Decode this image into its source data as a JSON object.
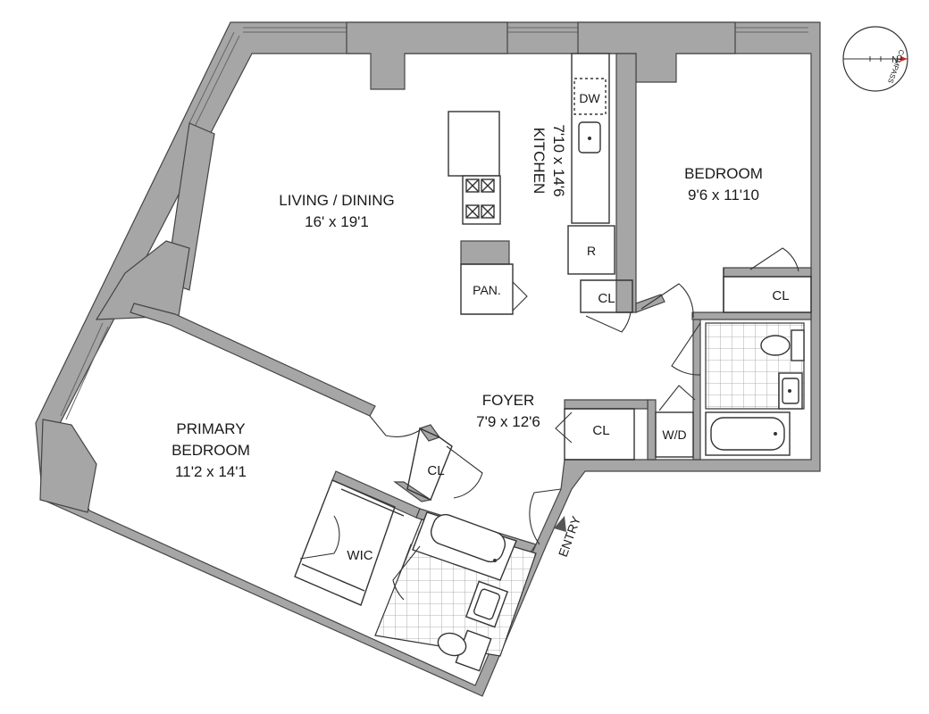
{
  "rooms": {
    "living": {
      "name": "LIVING / DINING",
      "dims": "16' x 19'1"
    },
    "kitchen": {
      "name": "KITCHEN",
      "dims": "7'10 x 14'6"
    },
    "bedroom": {
      "name": "BEDROOM",
      "dims": "9'6 x 11'10"
    },
    "primary": {
      "name_line1": "PRIMARY",
      "name_line2": "BEDROOM",
      "dims": "11'2 x 14'1"
    },
    "foyer": {
      "name": "FOYER",
      "dims": "7'9 x 12'6"
    }
  },
  "fixtures": {
    "dishwasher": "DW",
    "refrigerator": "R",
    "pantry": "PAN.",
    "kitchen_closet": "CL",
    "bedroom_closet": "CL",
    "foyer_closet": "CL",
    "primary_closet": "CL",
    "washer_dryer": "W/D",
    "walk_in_closet": "WIC"
  },
  "entry_label": "ENTRY",
  "compass": {
    "text": "COMPASS",
    "north": "N"
  },
  "colors": {
    "wall": "#a6a6a6",
    "line": "#333333",
    "compass_needle": "#cc2222"
  }
}
